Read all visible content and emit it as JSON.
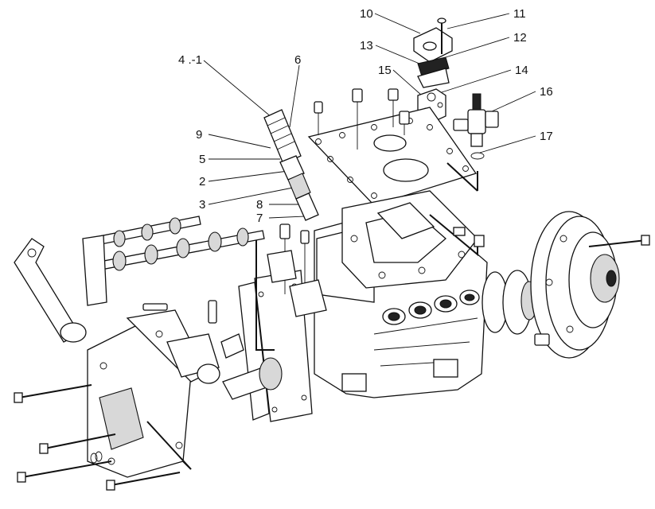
{
  "callouts": [
    {
      "id": "c10",
      "text": "10"
    },
    {
      "id": "c11",
      "text": "11"
    },
    {
      "id": "c12",
      "text": "12"
    },
    {
      "id": "c13",
      "text": "13"
    },
    {
      "id": "c14",
      "text": "14"
    },
    {
      "id": "c15",
      "text": "15"
    },
    {
      "id": "c16",
      "text": "16"
    },
    {
      "id": "c17",
      "text": "17"
    },
    {
      "id": "c4-1",
      "text": "4 .-1"
    },
    {
      "id": "c6",
      "text": "6"
    },
    {
      "id": "c9",
      "text": "9"
    },
    {
      "id": "c5",
      "text": "5"
    },
    {
      "id": "c2",
      "text": "2"
    },
    {
      "id": "c3",
      "text": "3"
    },
    {
      "id": "c8",
      "text": "8"
    },
    {
      "id": "c7",
      "text": "7"
    }
  ]
}
